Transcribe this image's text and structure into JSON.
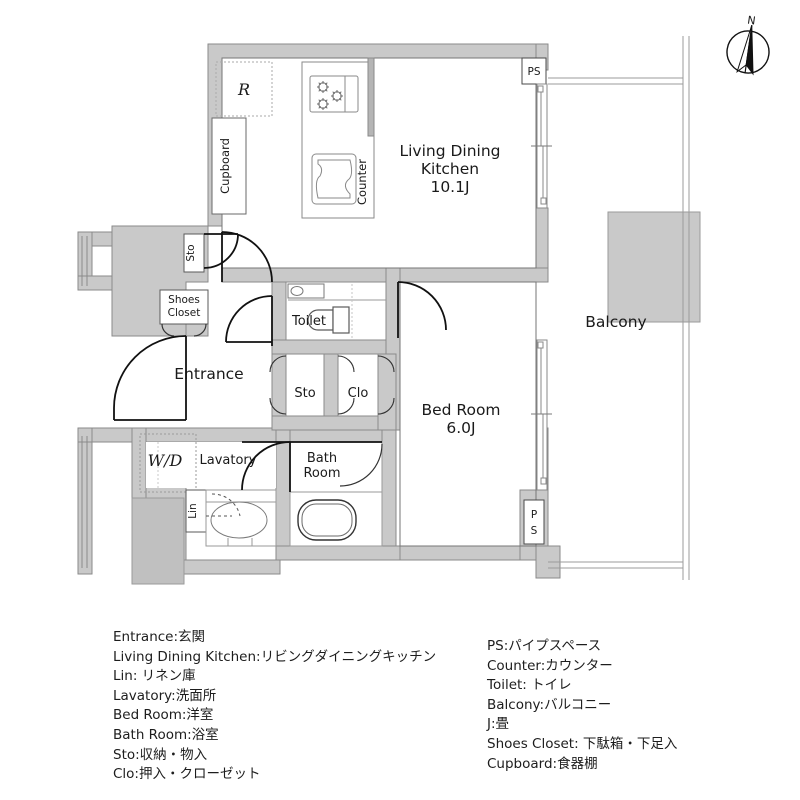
{
  "document": {
    "type": "floor-plan",
    "title": "Apartment Floor Plan"
  },
  "plan": {
    "rooms": [
      {
        "id": "ldk",
        "label_line1": "Living Dining",
        "label_line2": "Kitchen",
        "area": "10.1J"
      },
      {
        "id": "bedroom",
        "label_line1": "Bed Room",
        "label_line2": "",
        "area": "6.0J"
      },
      {
        "id": "entrance",
        "label_line1": "Entrance",
        "label_line2": "",
        "area": ""
      },
      {
        "id": "toilet",
        "label_line1": "Toilet",
        "label_line2": "",
        "area": ""
      },
      {
        "id": "lavatory",
        "label_line1": "Lavatory",
        "label_line2": "",
        "area": ""
      },
      {
        "id": "bathroom",
        "label_line1": "Bath",
        "label_line2": "Room",
        "area": ""
      },
      {
        "id": "balcony",
        "label_line1": "Balcony",
        "label_line2": "",
        "area": ""
      }
    ],
    "storage": [
      {
        "id": "sto-kitchen",
        "label": "Sto"
      },
      {
        "id": "sto-hall",
        "label": "Sto"
      },
      {
        "id": "clo",
        "label": "Clo"
      },
      {
        "id": "shoes-closet",
        "label_line1": "Shoes",
        "label_line2": "Closet"
      },
      {
        "id": "cupboard",
        "label": "Cupboard"
      },
      {
        "id": "linen",
        "label": "Lin"
      }
    ],
    "fixtures": [
      {
        "id": "refrigerator",
        "label": "R"
      },
      {
        "id": "washer-dryer",
        "label": "W/D"
      },
      {
        "id": "counter",
        "label": "Counter"
      }
    ],
    "pipe_spaces": [
      {
        "id": "ps-top",
        "label": "PS",
        "orientation": "horizontal"
      },
      {
        "id": "ps-bottom",
        "line1": "P",
        "line2": "S",
        "orientation": "vertical"
      }
    ],
    "compass": {
      "label": "N"
    },
    "colors": {
      "wall_fill": "#c9c9c9",
      "wall_stroke": "#8c8c8c",
      "line": "#58595b",
      "door_line": "#111111",
      "text": "#1a1a1a",
      "background": "#ffffff"
    }
  },
  "legend": {
    "left": [
      "Entrance:玄関",
      "Living Dining Kitchen:リビングダイニングキッチン",
      "Lin: リネン庫",
      "Lavatory:洗面所",
      "Bed Room:洋室",
      "Bath Room:浴室",
      "Sto:収納・物入",
      "Clo:押入・クローゼット"
    ],
    "right": [
      "PS:パイプスペース",
      "Counter:カウンター",
      "Toilet: トイレ",
      "Balcony:バルコニー",
      "J:畳",
      "Shoes Closet: 下駄箱・下足入",
      "Cupboard:食器棚"
    ]
  }
}
